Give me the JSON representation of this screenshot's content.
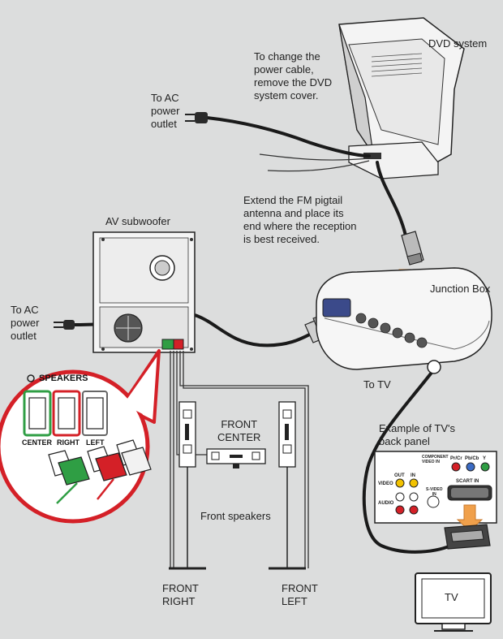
{
  "labels": {
    "dvd_system": "DVD system",
    "power_cable_note": "To change the\npower cable,\nremove the DVD\nsystem cover.",
    "ac_outlet_top": "To AC\npower\noutlet",
    "fm_antenna_note": "Extend the FM pigtail\nantenna and place its\nend where the reception\nis best received.",
    "av_subwoofer": "AV subwoofer",
    "junction_box": "Junction Box",
    "ac_outlet_left": "To AC\npower\noutlet",
    "to_tv": "To TV",
    "tv_panel_example": "Example of TV's\nback panel",
    "front_center": "FRONT\nCENTER",
    "front_speakers": "Front speakers",
    "front_right": "FRONT\nRIGHT",
    "front_left": "FRONT\nLEFT",
    "tv": "TV"
  },
  "speakers_callout": {
    "title": "SPEAKERS",
    "center": "CENTER",
    "right": "RIGHT",
    "left": "LEFT"
  },
  "tv_panel": {
    "component_video_in": "COMPONENT\nVIDEO IN",
    "pr_cr": "Pr/Cr",
    "pb_cb": "Pb/Cb",
    "y": "Y",
    "out": "OUT",
    "in": "IN",
    "video": "VIDEO",
    "audio": "AUDIO",
    "s_video_in": "S-VIDEO\nIN",
    "scart_in": "SCART IN"
  },
  "colors": {
    "background": "#dcdddd",
    "speaker_callout_ring": "#d42027",
    "center_green": "#2f9e44",
    "right_red": "#d42027",
    "cable": "#1a1a1a",
    "arrow_orange": "#f0a04b"
  }
}
